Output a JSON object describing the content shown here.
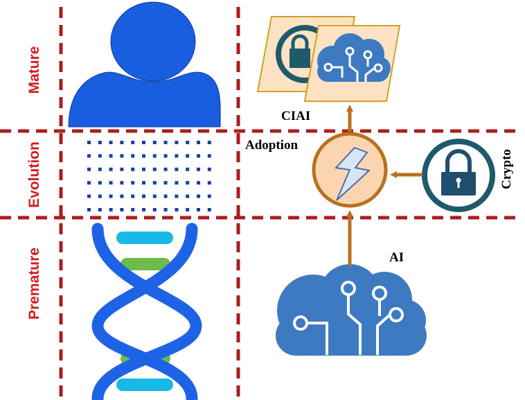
{
  "rows": {
    "mature": "Mature",
    "evolution": "Evolution",
    "premature": "Premature"
  },
  "labels": {
    "ciai": "CIAI",
    "adoption": "Adoption",
    "crypto": "Crypto",
    "ai": "AI"
  },
  "icons": {
    "person": "person-icon",
    "dot-grid": "dot-grid-icon",
    "dna": "dna-helix-icon",
    "lock-card": "lock-card-icon",
    "ai-brain-card": "ai-brain-card-icon",
    "adoption-circle": "lightning-circle-icon",
    "crypto": "padlock-circle-icon",
    "ai-cloud": "ai-cloud-icon"
  },
  "colors": {
    "divider": "#b01c1c",
    "row_label": "#d31e1e",
    "person": "#1a5ee0",
    "dots": "#1a3fa8",
    "dna_strand": "#1e63e6",
    "dna_rung_cyan": "#18b9e6",
    "dna_rung_green": "#6cbb4b",
    "arrow": "#b8711e",
    "card_fill": "#fde2c4",
    "card_border": "#d4a020",
    "circle_fill": "#fbd5b0",
    "circle_border": "#b8711e",
    "lock_ring": "#1f5a6b",
    "lock_body": "#1f4f6c",
    "cloud": "#3d7ac2"
  }
}
